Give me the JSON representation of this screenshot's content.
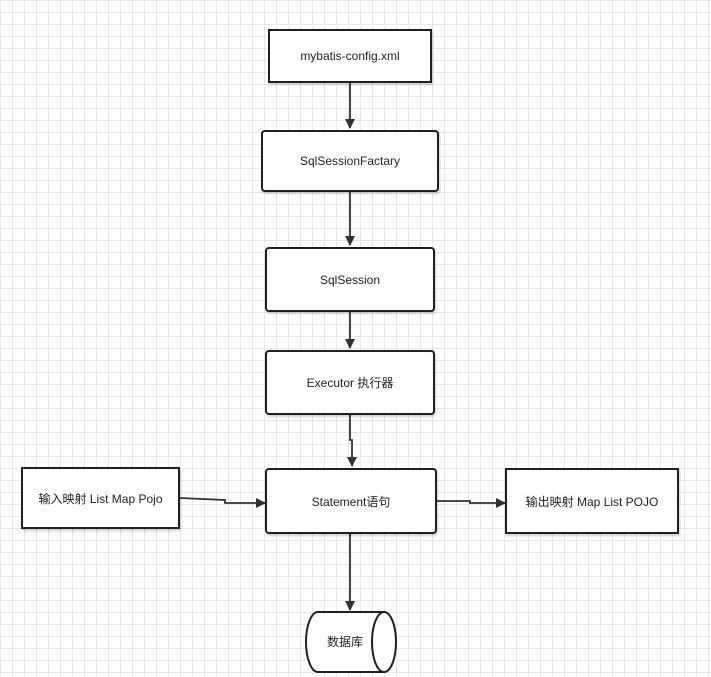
{
  "nodes": {
    "config": "mybatis-config.xml",
    "factory": "SqlSessionFactary",
    "session": "SqlSession",
    "executor": "Executor 执行器",
    "statement": "Statement语句",
    "input": "输入映射 List Map Pojo",
    "output": "输出映射 Map List POJO",
    "database": "数据库"
  }
}
